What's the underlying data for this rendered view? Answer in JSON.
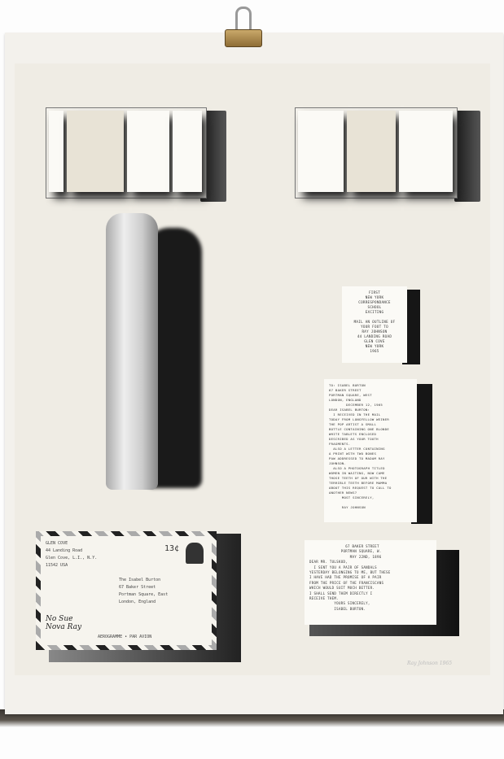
{
  "card_small": {
    "text": "FIRST\nNEW YORK\nCORRESPONDANCE\nSCHOOL\nEXCITING\n\nMAIL AN OUTLINE OF\nYOUR FOOT TO\nRAY JOHNSON\n44 LANDING ROAD\nGLEN COVE\nNEW YORK\n1965"
  },
  "letter_one": {
    "text": "TO: ISABEL BURTON\n67 BAKER STREET\nPORTMAN SQUARE, WEST\nLONDON, ENGLAND\n        DECEMBER 12, 1965\nDEAR ISABEL BURTON:\n  I RECEIVED IN THE MAIL\nTODAY FROM LONGFELLOW WEINER\nTHE POP ARTIST A SMALL\nBOTTLE CONTAINING ONE BLONDE\nWHITE TABLETS ENCLOSED\nDESCRIBED AS YOUR TOOTH\nFRAGMENTS.\n  ALSO A LETTER CONTAINING\nA PRINT WITH TWO BONES\nPAW ADDRESSED TO MADAM RAY\nJOHNSON.\n  ALSO A PHOTOGRAPH TITLED\nWOMEN IN WAITING, NOW CAME\nTHOSE TEETH OF OUR WITH THE\nTERRIBLE TEETH BEFORE MAMMA\nABOUT THIS REQUEST TO CALL TO\nANOTHER NEWS?\n      MOST SINCERELY,\n\n      RAY JOHNSON"
  },
  "letter_two": {
    "text": "                67 BAKER STREET\n              PORTMAN SQUARE, W.\n                  MAY 22ND, 1896\nDEAR MR. TULSKOD,\n  I SENT YOU A PAIR OF SANDALS\nYESTERDAY BELONGING TO ME, BUT THESE\nI HAVE HAD THE PROMISE OF A PAIR\nFROM THE PRICE OF THE FRANCISCANS\nWHICH WOULD SUIT MUCH BETTER.\nI SHALL SEND THEM DIRECTLY I\nRECEIVE THEM.\n           YOURS SINCERELY,\n           ISABEL BURTON."
  },
  "envelope": {
    "sender": [
      "GLEN COVE",
      "44 Landing Road",
      "Glen Cove, L.I., N.Y.",
      "11542 USA"
    ],
    "stamp": "13¢",
    "addressee": [
      "The Isabel Burton",
      "67 Baker Street",
      "Portman Square, East",
      "London, England"
    ],
    "footer": "AEROGRAMME • PAR AVION",
    "handwriting": "No Sue Nova Ray"
  },
  "signature": "Ray Johnson 1965"
}
